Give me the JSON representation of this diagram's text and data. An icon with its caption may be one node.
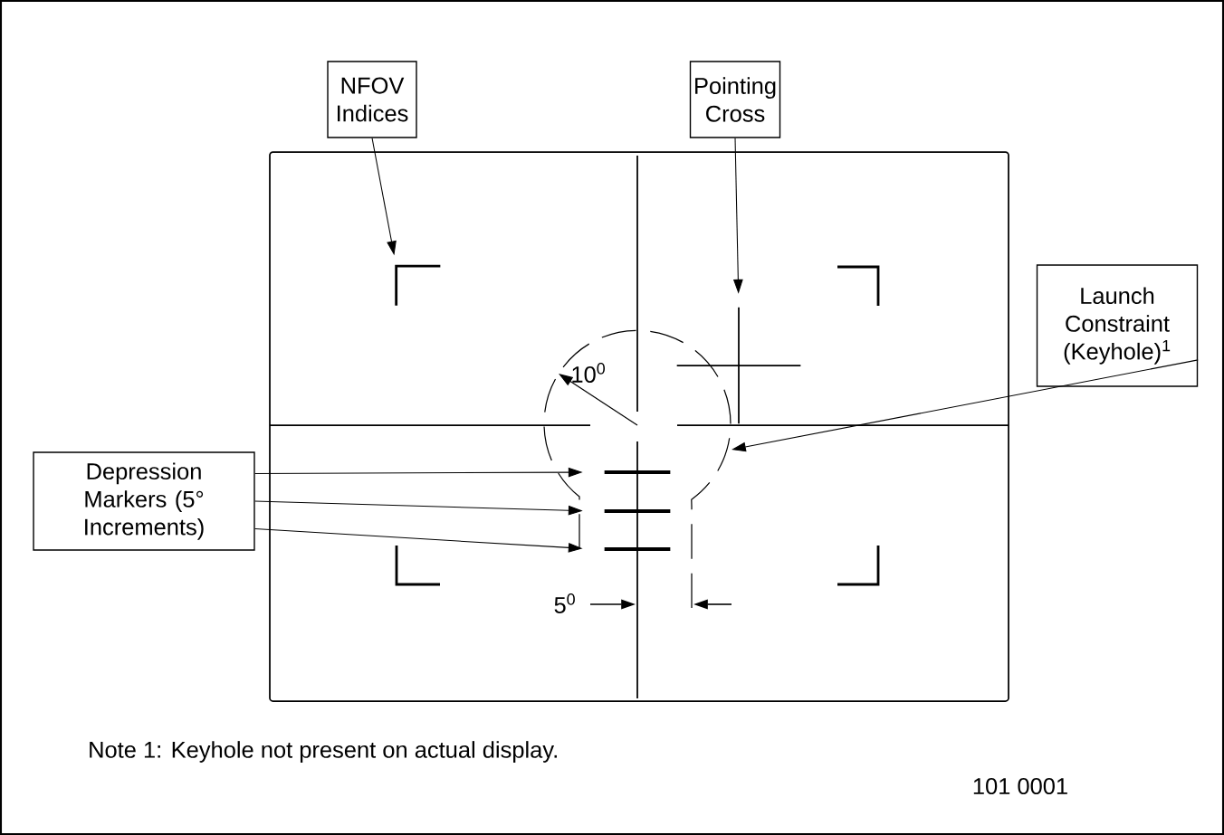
{
  "diagram": {
    "nodes": [
      {
        "text": [
          "NFOV Indices"
        ]
      },
      {
        "text": [
          "Pointing Cross"
        ]
      },
      {
        "text": [
          "Launch Constraint (Keyhole)$^{1}$"
        ]
      },
      {
        "text": [
          "Depression Markers (5° Increments)"
        ]
      },
      {
        "text": [],
        "shape": "corner"
      },
      {
        "text": [],
        "shape": "cross"
      },
      {
        "text": [],
        "shape": "bar"
      },
      {
        "text": [],
        "shape": "bar"
      },
      {
        "text": [],
        "shape": "bar"
      }
    ],
    "edges": [
      {
        "from": 0,
        "to": 4,
        "arrow": "to"
      },
      {
        "from": 1,
        "to": 5,
        "arrow": "to"
      },
      {
        "from": 2,
        "to": null,
        "arrow": "to"
      },
      {
        "from": 3,
        "to": 6,
        "arrow": "to"
      },
      {
        "from": 3,
        "to": 7,
        "arrow": "to"
      },
      {
        "from": 3,
        "to": 8,
        "arrow": "to"
      }
    ],
    "labels": [
      "10$^{0}$",
      "5$^{0}$",
      "Note 1: Keyhole not present on actual display.",
      "101 0001"
    ]
  }
}
